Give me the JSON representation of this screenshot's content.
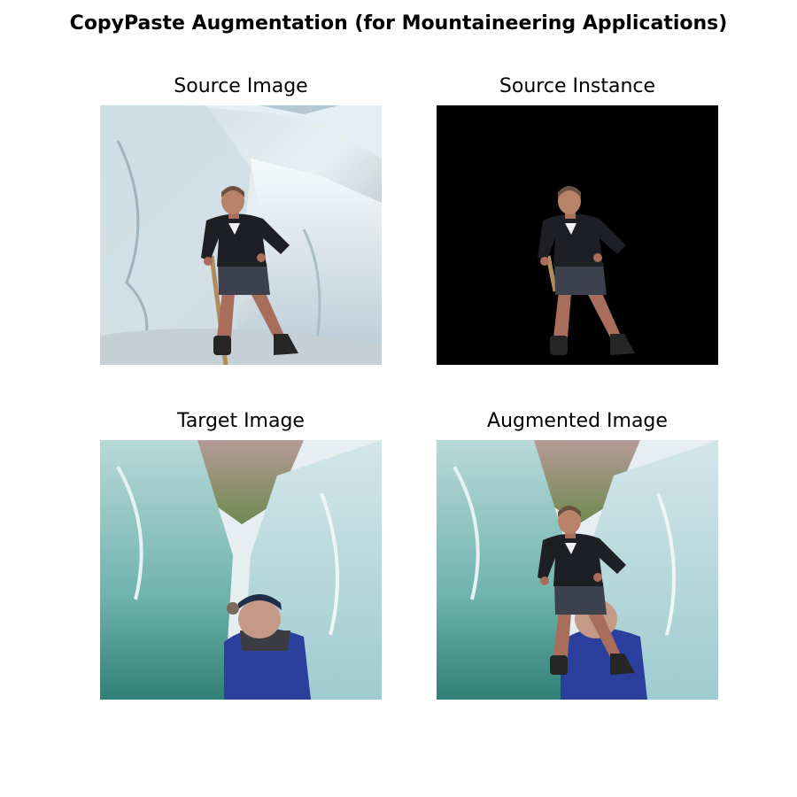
{
  "figure": {
    "title": "CopyPaste Augmentation (for Mountaineering Applications)"
  },
  "panels": [
    {
      "title": "Source Image",
      "subject": "woman standing in ice crevasse holding walking stick"
    },
    {
      "title": "Source Instance",
      "subject": "cut-out of the woman on a black background"
    },
    {
      "title": "Target Image",
      "subject": "ice cave with a person in a blue jacket"
    },
    {
      "title": "Augmented Image",
      "subject": "woman pasted into the ice cave scene in front of the person in blue"
    }
  ],
  "colors": {
    "background": "#ffffff",
    "ice_light": "#dbe6ec",
    "ice_teal": "#5aa5a0",
    "jacket_black": "#1d1f24",
    "jacket_blue": "#2b3f9c",
    "mask_bg": "#000000"
  }
}
